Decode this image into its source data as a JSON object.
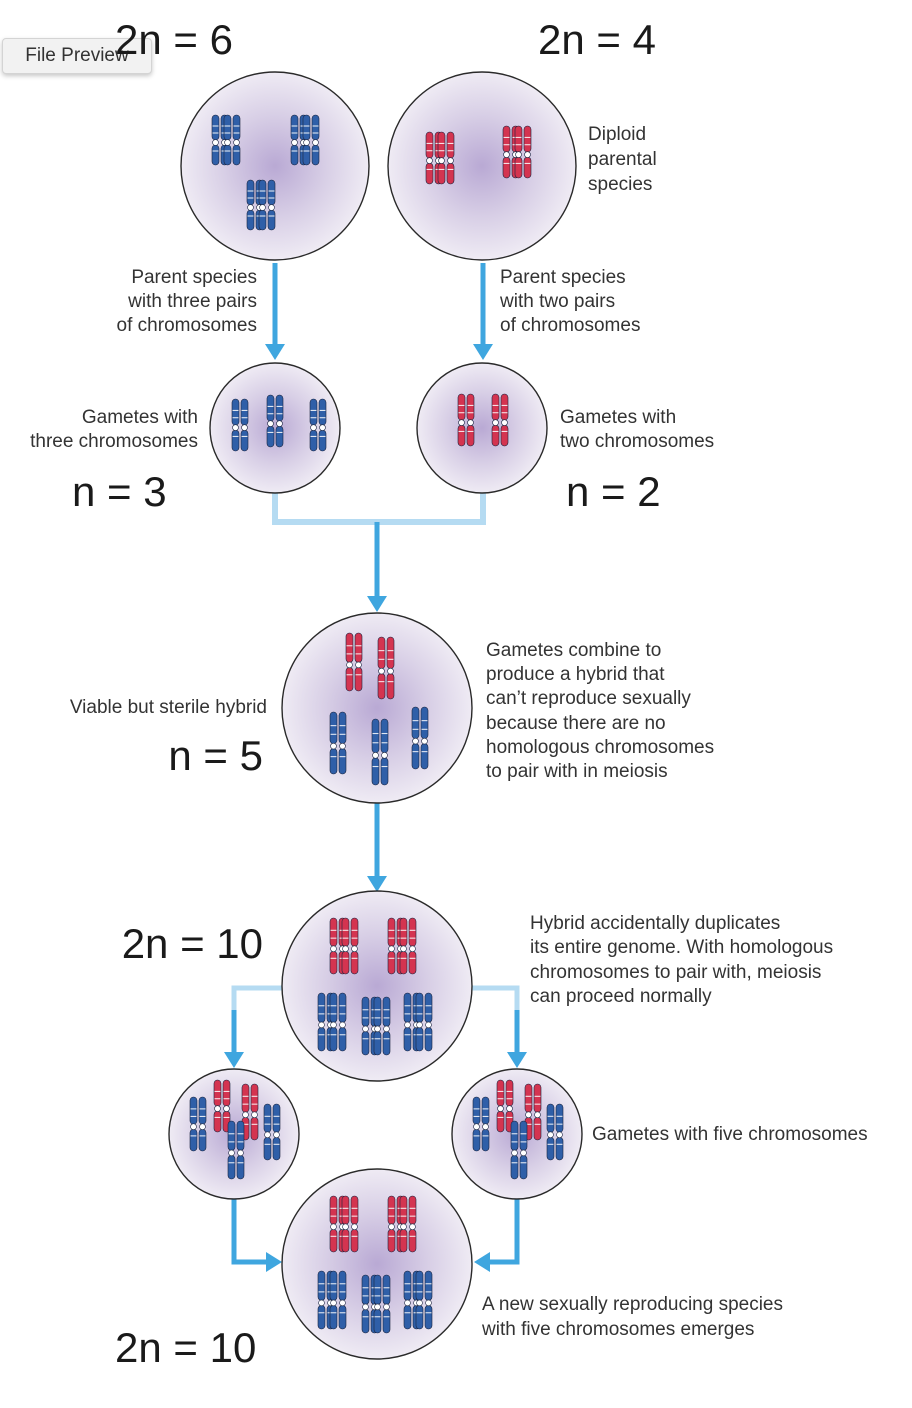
{
  "header": {
    "file_preview_label": "File Preview"
  },
  "labels": {
    "parent_a_ploidy": "2n = 6",
    "parent_b_ploidy": "2n = 4",
    "diploid_parental": [
      "Diploid",
      "parental",
      "species"
    ],
    "parent_a_desc": [
      "Parent species",
      "with three pairs",
      "of chromosomes"
    ],
    "parent_b_desc": [
      "Parent species",
      "with two pairs",
      "of chromosomes"
    ],
    "gamete_a_desc": [
      "Gametes with",
      "three chromosomes"
    ],
    "gamete_b_desc": [
      "Gametes with",
      "two chromosomes"
    ],
    "gamete_a_ploidy": "n = 3",
    "gamete_b_ploidy": "n = 2",
    "hybrid_desc": "Viable but sterile hybrid",
    "hybrid_ploidy": "n = 5",
    "hybrid_explain": [
      "Gametes combine to",
      "produce a hybrid that",
      "can’t reproduce sexually",
      "because there are no",
      "homologous chromosomes",
      "to pair with in meiosis"
    ],
    "duplicated_ploidy": "2n = 10",
    "duplication_explain": [
      "Hybrid accidentally duplicates",
      "its entire genome. With homologous",
      "chromosomes to pair with, meiosis",
      "can proceed normally"
    ],
    "five_gametes_desc": "Gametes with five chromosomes",
    "new_species_desc": [
      "A  new sexually reproducing species",
      "with five chromosomes emerges"
    ],
    "new_species_ploidy": "2n = 10"
  },
  "colors": {
    "cell_fill": "#ebe6f1",
    "cell_center": "#b9a9d4",
    "cell_stroke": "#2a2a2a",
    "arrow_blue": "#3fa6df",
    "arrow_light": "#b5dbf2",
    "chromosome_blue": "#2f5fa8",
    "chromosome_red": "#d43450"
  }
}
